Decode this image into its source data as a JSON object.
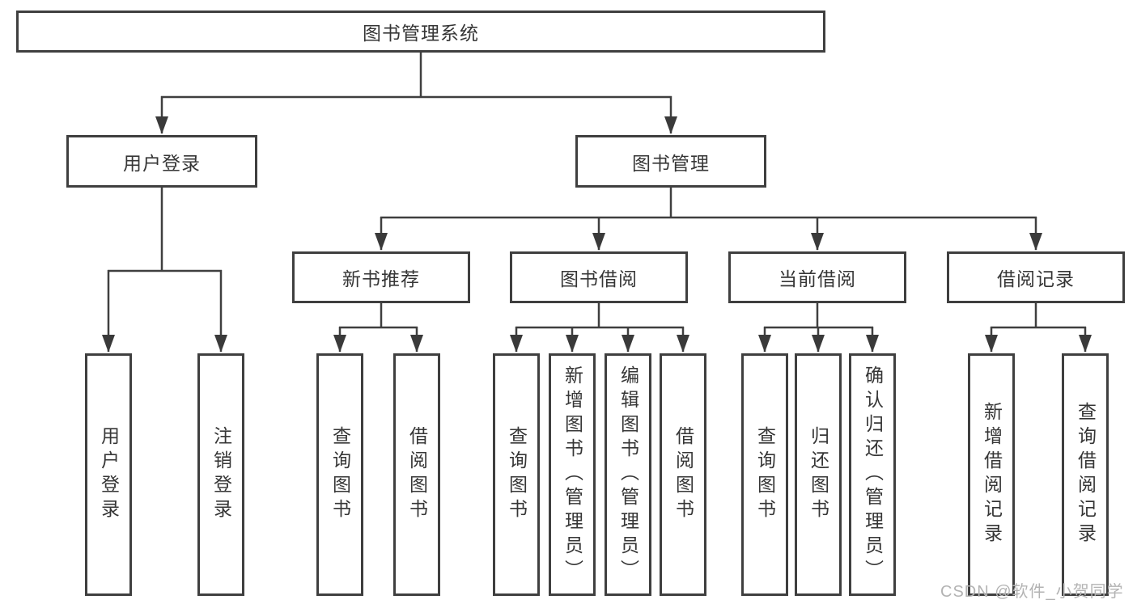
{
  "diagram": {
    "type": "tree",
    "root": {
      "label": "图书管理系统",
      "children": [
        {
          "label": "用户登录",
          "children": [
            {
              "label": "用户登录"
            },
            {
              "label": "注销登录"
            }
          ]
        },
        {
          "label": "图书管理",
          "children": [
            {
              "label": "新书推荐",
              "children": [
                {
                  "label": "查询图书"
                },
                {
                  "label": "借阅图书"
                }
              ]
            },
            {
              "label": "图书借阅",
              "children": [
                {
                  "label": "查询图书"
                },
                {
                  "label": "新增图书（管理员）"
                },
                {
                  "label": "编辑图书（管理员）"
                },
                {
                  "label": "借阅图书"
                }
              ]
            },
            {
              "label": "当前借阅",
              "children": [
                {
                  "label": "查询图书"
                },
                {
                  "label": "归还图书"
                },
                {
                  "label": "确认归还（管理员）"
                }
              ]
            },
            {
              "label": "借阅记录",
              "children": [
                {
                  "label": "新增借阅记录"
                },
                {
                  "label": "查询借阅记录"
                }
              ]
            }
          ]
        }
      ]
    },
    "line_color": "#3f3f3f",
    "box_background": "#ffffff",
    "text_color": "#363636"
  },
  "watermark": {
    "text": "CSDN @软件_小贺同学"
  }
}
